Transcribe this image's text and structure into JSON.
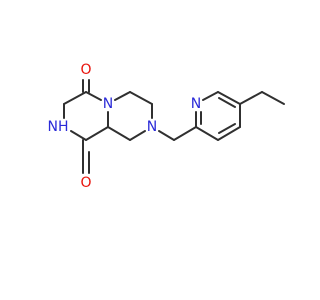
{
  "colors": {
    "carbon_bond": "#303030",
    "nitrogen": "#2a2ad8",
    "oxygen": "#e8120a",
    "background": "#ffffff"
  },
  "atoms": {
    "o_top": "O",
    "o_bottom": "O",
    "nh": "NH",
    "n_ring_top": "N",
    "n_ring_mid": "N",
    "n_pyridine": "N"
  }
}
